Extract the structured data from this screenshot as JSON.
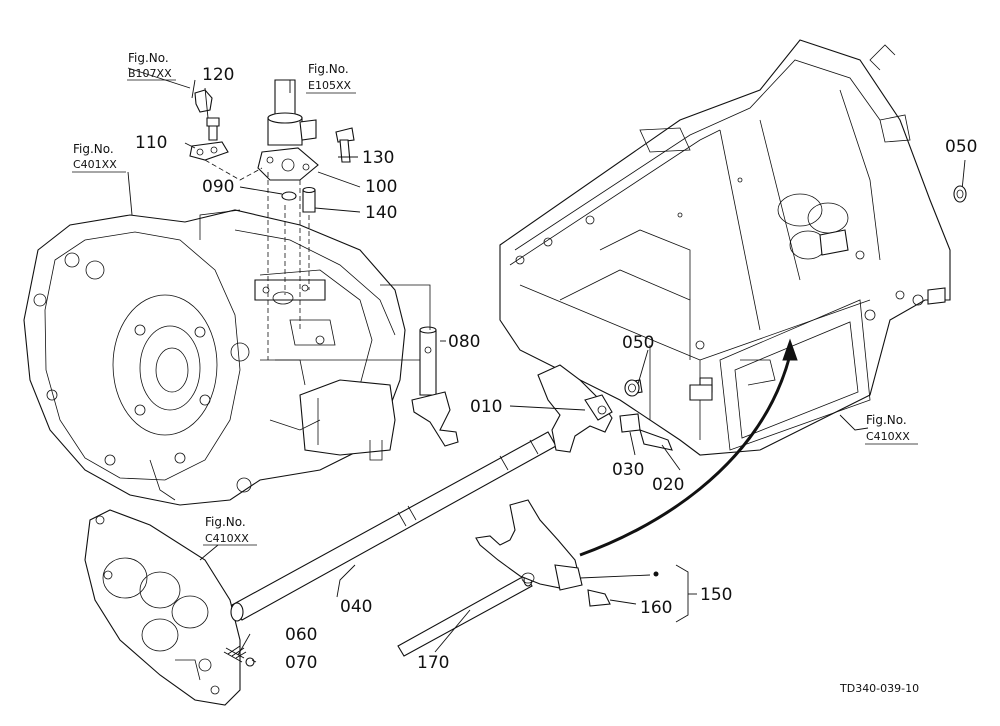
{
  "parts": [
    {
      "id": "p120",
      "number": "120"
    },
    {
      "id": "p110",
      "number": "110"
    },
    {
      "id": "p130",
      "number": "130"
    },
    {
      "id": "p100",
      "number": "100"
    },
    {
      "id": "p090",
      "number": "090"
    },
    {
      "id": "p140",
      "number": "140"
    },
    {
      "id": "p080",
      "number": "080"
    },
    {
      "id": "p050a",
      "number": "050"
    },
    {
      "id": "p050b",
      "number": "050"
    },
    {
      "id": "p010",
      "number": "010"
    },
    {
      "id": "p030",
      "number": "030"
    },
    {
      "id": "p020",
      "number": "020"
    },
    {
      "id": "p040",
      "number": "040"
    },
    {
      "id": "p060",
      "number": "060"
    },
    {
      "id": "p070",
      "number": "070"
    },
    {
      "id": "p150",
      "number": "150"
    },
    {
      "id": "p160",
      "number": "160"
    },
    {
      "id": "p170",
      "number": "170"
    }
  ],
  "fig_refs": [
    {
      "id": "f1",
      "label": "Fig.No.",
      "code": "B107XX"
    },
    {
      "id": "f2",
      "label": "Fig.No.",
      "code": "E105XX"
    },
    {
      "id": "f3",
      "label": "Fig.No.",
      "code": "C401XX"
    },
    {
      "id": "f4",
      "label": "Fig.No.",
      "code": "C410XX"
    },
    {
      "id": "f5",
      "label": "Fig.No.",
      "code": "C410XX"
    }
  ],
  "drawing_code": "TD340-039-10"
}
